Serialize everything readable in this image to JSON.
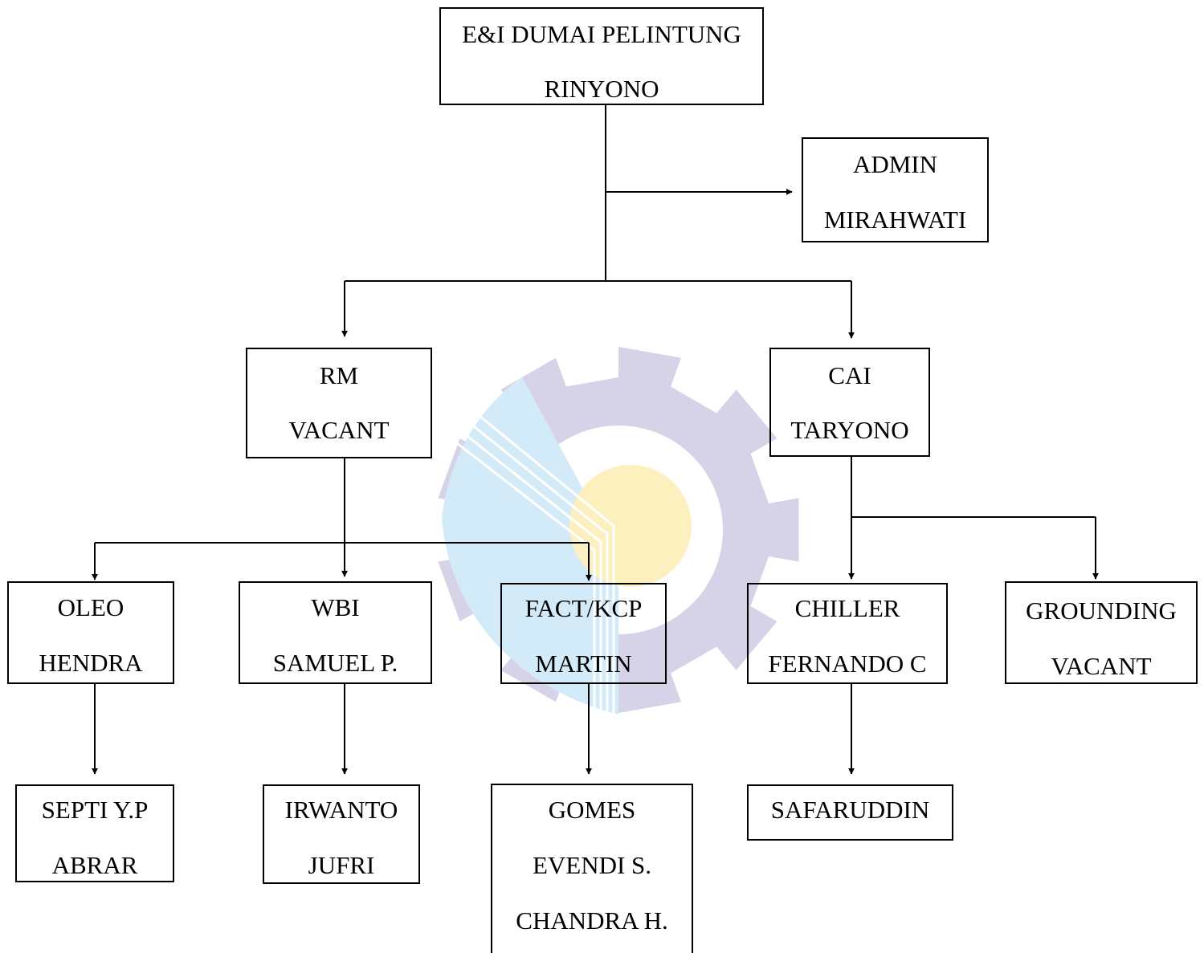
{
  "chart": {
    "nodes": [
      {
        "id": "head",
        "lines": [
          "E&I DUMAI PELINTUNG",
          "RINYONO"
        ]
      },
      {
        "id": "admin",
        "lines": [
          "ADMIN",
          "MIRAHWATI"
        ]
      },
      {
        "id": "rm",
        "lines": [
          "RM",
          "VACANT"
        ]
      },
      {
        "id": "cai",
        "lines": [
          "CAI",
          "TARYONO"
        ]
      },
      {
        "id": "oleo",
        "lines": [
          "OLEO",
          "HENDRA"
        ]
      },
      {
        "id": "wbi",
        "lines": [
          "WBI",
          "SAMUEL P."
        ]
      },
      {
        "id": "fact",
        "lines": [
          "FACT/KCP",
          "MARTIN"
        ]
      },
      {
        "id": "chiller",
        "lines": [
          "CHILLER",
          "FERNANDO C"
        ]
      },
      {
        "id": "grounding",
        "lines": [
          "GROUNDING",
          "VACANT"
        ]
      },
      {
        "id": "oleo-staff",
        "lines": [
          "SEPTI Y.P",
          "ABRAR"
        ]
      },
      {
        "id": "wbi-staff",
        "lines": [
          "IRWANTO",
          "JUFRI"
        ]
      },
      {
        "id": "fact-staff",
        "lines": [
          "GOMES",
          "EVENDI S.",
          "CHANDRA H."
        ]
      },
      {
        "id": "chiller-staff",
        "lines": [
          "SAFARUDDIN"
        ]
      }
    ],
    "edges": [
      {
        "from": "head",
        "to": "admin"
      },
      {
        "from": "head",
        "to": "rm"
      },
      {
        "from": "head",
        "to": "cai"
      },
      {
        "from": "rm",
        "to": "oleo"
      },
      {
        "from": "rm",
        "to": "wbi"
      },
      {
        "from": "rm",
        "to": "fact"
      },
      {
        "from": "cai",
        "to": "chiller"
      },
      {
        "from": "cai",
        "to": "grounding"
      },
      {
        "from": "oleo",
        "to": "oleo-staff"
      },
      {
        "from": "wbi",
        "to": "wbi-staff"
      },
      {
        "from": "fact",
        "to": "fact-staff"
      },
      {
        "from": "chiller",
        "to": "chiller-staff"
      }
    ]
  },
  "colors": {
    "line": "#000000",
    "watermark_gear": "#d6d3e8",
    "watermark_sun": "#fdf0bf",
    "watermark_blue": "#d3ebf8"
  },
  "watermark": {
    "icon": "gear-logo-icon"
  }
}
